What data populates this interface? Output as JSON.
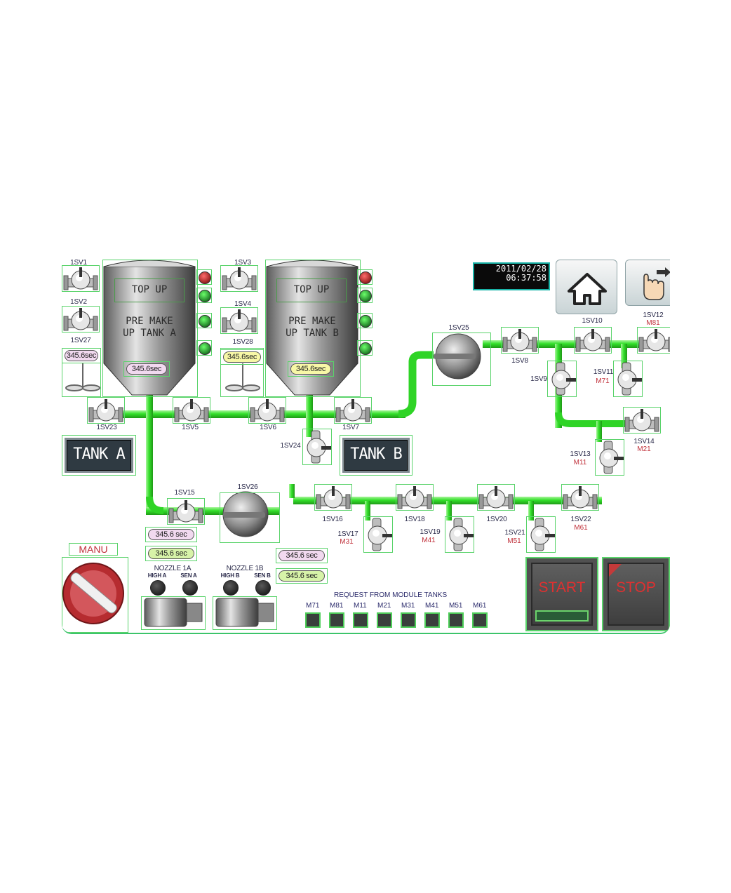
{
  "datetime": {
    "date": "2011/02/28",
    "time": "06:37:58"
  },
  "nav": {
    "home_icon": "home-icon",
    "exit_icon": "hand-pointer-exit-icon"
  },
  "tanks": {
    "silo_a": {
      "top": "TOP UP",
      "line1": "PRE MAKE",
      "line2": "UP TANK A",
      "timer": "345.6sec"
    },
    "silo_b": {
      "top": "TOP UP",
      "line1": "PRE MAKE",
      "line2": "UP TANK B",
      "timer": "345.6sec"
    },
    "tank_a_button": "TANK A",
    "tank_b_button": "TANK B"
  },
  "mixers": {
    "sv27_timer": "345.6sec",
    "sv28_timer": "345.6sec"
  },
  "valves": {
    "sv1": "1SV1",
    "sv2": "1SV2",
    "sv3": "1SV3",
    "sv4": "1SV4",
    "sv27": "1SV27",
    "sv28": "1SV28",
    "sv23": "1SV23",
    "sv5": "1SV5",
    "sv6": "1SV6",
    "sv7": "1SV7",
    "sv24": "1SV24",
    "sv25": "1SV25",
    "sv8": "1SV8",
    "sv9": "1SV9",
    "sv10": "1SV10",
    "sv11": "1SV11",
    "sv11_sub": "M71",
    "sv12": "1SV12",
    "sv12_sub": "M81",
    "sv13": "1SV13",
    "sv13_sub": "M11",
    "sv14": "1SV14",
    "sv14_sub": "M21",
    "sv15": "1SV15",
    "sv26": "1SV26",
    "sv16": "1SV16",
    "sv17": "1SV17",
    "sv17_sub": "M31",
    "sv18": "1SV18",
    "sv19": "1SV19",
    "sv19_sub": "M41",
    "sv20": "1SV20",
    "sv21": "1SV21",
    "sv21_sub": "M51",
    "sv22": "1SV22",
    "sv22_sub": "M61"
  },
  "timers": {
    "t1": "345.6 sec",
    "t2": "345.6 sec",
    "t3": "345.6 sec",
    "t4": "345.6 sec"
  },
  "manual": {
    "label": "MANU"
  },
  "nozzles": {
    "n1": {
      "title": "NOZZLE 1A",
      "high": "HIGH A",
      "sen": "SEN A"
    },
    "n2": {
      "title": "NOZZLE 1B",
      "high": "HIGH B",
      "sen": "SEN B"
    }
  },
  "request": {
    "title": "REQUEST FROM MODULE TANKS",
    "items": [
      "M71",
      "M81",
      "M11",
      "M21",
      "M31",
      "M41",
      "M51",
      "M61"
    ]
  },
  "controls": {
    "start": "START",
    "stop": "STOP"
  },
  "colors": {
    "pipe": "#33e02b",
    "frame": "#59d36a",
    "alarm_red": "#e03030"
  }
}
